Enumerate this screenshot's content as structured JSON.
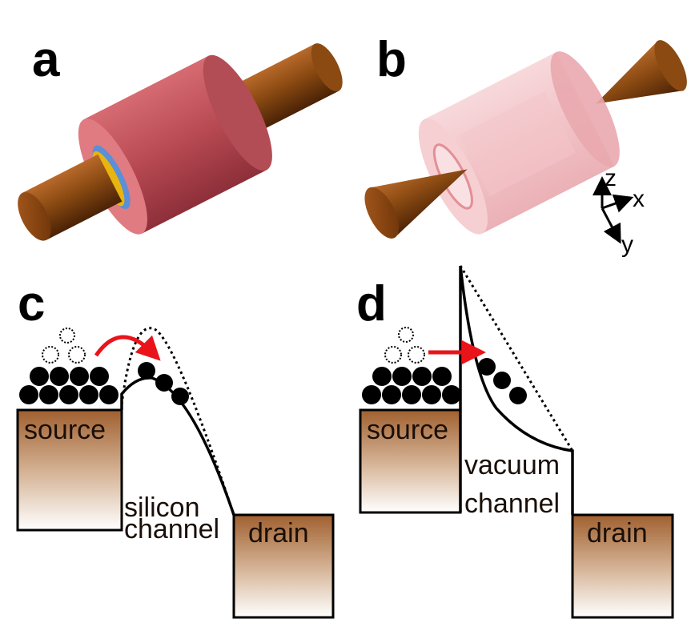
{
  "panels": {
    "a": {
      "letter": "a"
    },
    "b": {
      "letter": "b"
    },
    "c": {
      "letter": "c",
      "source_label": "source",
      "channel_label_1": "silicon",
      "channel_label_2": "channel",
      "drain_label": "drain"
    },
    "d": {
      "letter": "d",
      "source_label": "source",
      "channel_label_1": "vacuum",
      "channel_label_2": "channel",
      "drain_label": "drain"
    }
  },
  "axes": {
    "z": "z",
    "x": "x",
    "y": "y"
  },
  "colors": {
    "electrode_brown": "#8a4a12",
    "sleeve_red": "#c8575f",
    "sleeve_pink": "#f4c4c8",
    "oxide_blue": "#5b8fd6",
    "gate_yellow": "#e8b410",
    "arrow_red": "#e8141a",
    "box_top_brown": "#a9673a"
  }
}
